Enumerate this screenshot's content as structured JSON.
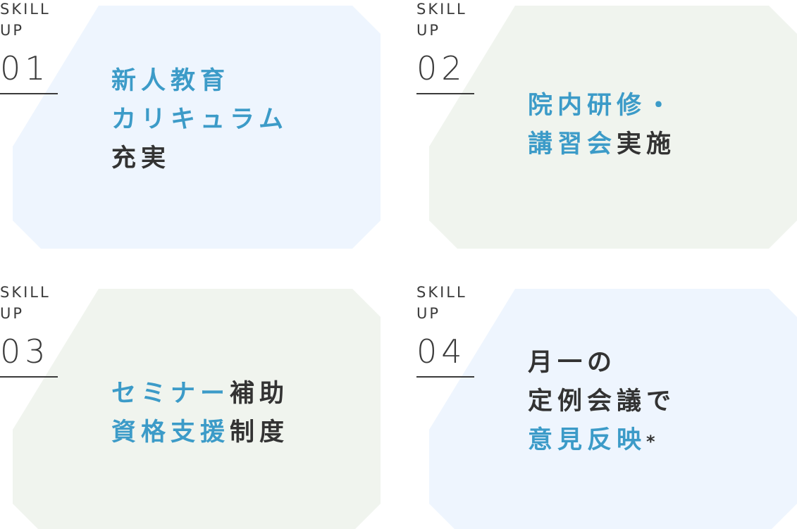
{
  "colors": {
    "blue_card": "#eef5fe",
    "green_card": "#f0f4ee",
    "accent_text": "#3c9bc8",
    "dark_text": "#333333"
  },
  "cards": [
    {
      "tag_line1": "SKILL",
      "tag_line2": "UP",
      "number": "01",
      "title_lines": [
        [
          {
            "text": "新人教育",
            "accent": true
          }
        ],
        [
          {
            "text": "カリキュラム",
            "accent": true
          }
        ],
        [
          {
            "text": "充実",
            "accent": false
          }
        ]
      ]
    },
    {
      "tag_line1": "SKILL",
      "tag_line2": "UP",
      "number": "02",
      "title_lines": [
        [
          {
            "text": "院内研修・",
            "accent": true
          }
        ],
        [
          {
            "text": "講習会",
            "accent": true
          },
          {
            "text": "実施",
            "accent": false
          }
        ]
      ]
    },
    {
      "tag_line1": "SKILL",
      "tag_line2": "UP",
      "number": "03",
      "title_lines": [
        [
          {
            "text": "セミナー",
            "accent": true
          },
          {
            "text": "補助",
            "accent": false
          }
        ],
        [
          {
            "text": "資格支援",
            "accent": true
          },
          {
            "text": "制度",
            "accent": false
          }
        ]
      ]
    },
    {
      "tag_line1": "SKILL",
      "tag_line2": "UP",
      "number": "04",
      "title_lines": [
        [
          {
            "text": "月一の",
            "accent": false
          }
        ],
        [
          {
            "text": "定例会議で",
            "accent": false
          }
        ],
        [
          {
            "text": "意見反映",
            "accent": true
          },
          {
            "text": "*",
            "accent": false
          }
        ]
      ]
    }
  ]
}
